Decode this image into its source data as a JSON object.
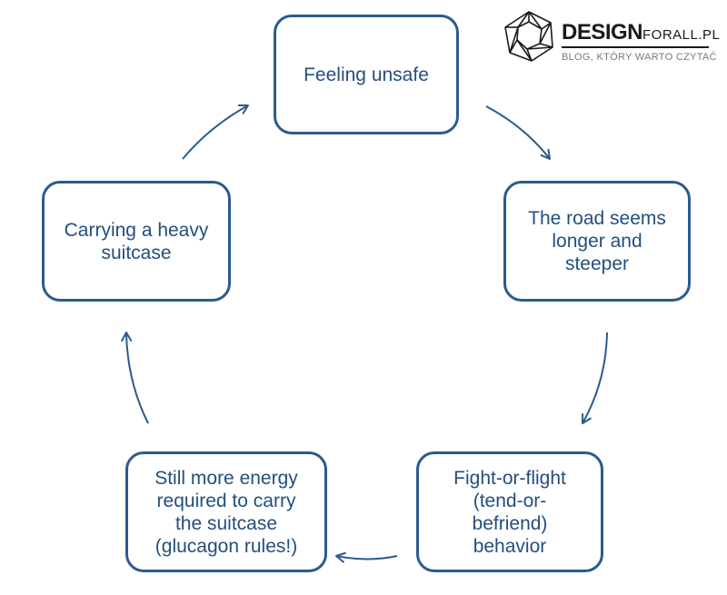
{
  "logo": {
    "brand_bold": "DESIGN",
    "brand_light": "FORALL.PL",
    "tagline": "BLOG, KTÓRY WARTO CZYTAĆ",
    "icon": "geodesic-polyhedron-icon"
  },
  "diagram": {
    "type": "cycle",
    "nodes": [
      {
        "id": "feeling-unsafe",
        "label": "Feeling unsafe"
      },
      {
        "id": "road-longer",
        "label": "The road seems\nlonger and\nsteeper"
      },
      {
        "id": "fight-or-flight",
        "label": "Fight-or-flight\n(tend-or-\nbefriend)\nbehavior"
      },
      {
        "id": "more-energy",
        "label": "Still more energy\nrequired to carry\nthe suitcase\n(glucagon rules!)"
      },
      {
        "id": "heavy-suitcase",
        "label": "Carrying a heavy\nsuitcase"
      }
    ],
    "edges": [
      {
        "from": "feeling-unsafe",
        "to": "road-longer"
      },
      {
        "from": "road-longer",
        "to": "fight-or-flight"
      },
      {
        "from": "fight-or-flight",
        "to": "more-energy"
      },
      {
        "from": "more-energy",
        "to": "heavy-suitcase"
      },
      {
        "from": "heavy-suitcase",
        "to": "feeling-unsafe"
      }
    ],
    "colors": {
      "stroke": "#2b5b8e",
      "text": "#244f7e"
    }
  }
}
